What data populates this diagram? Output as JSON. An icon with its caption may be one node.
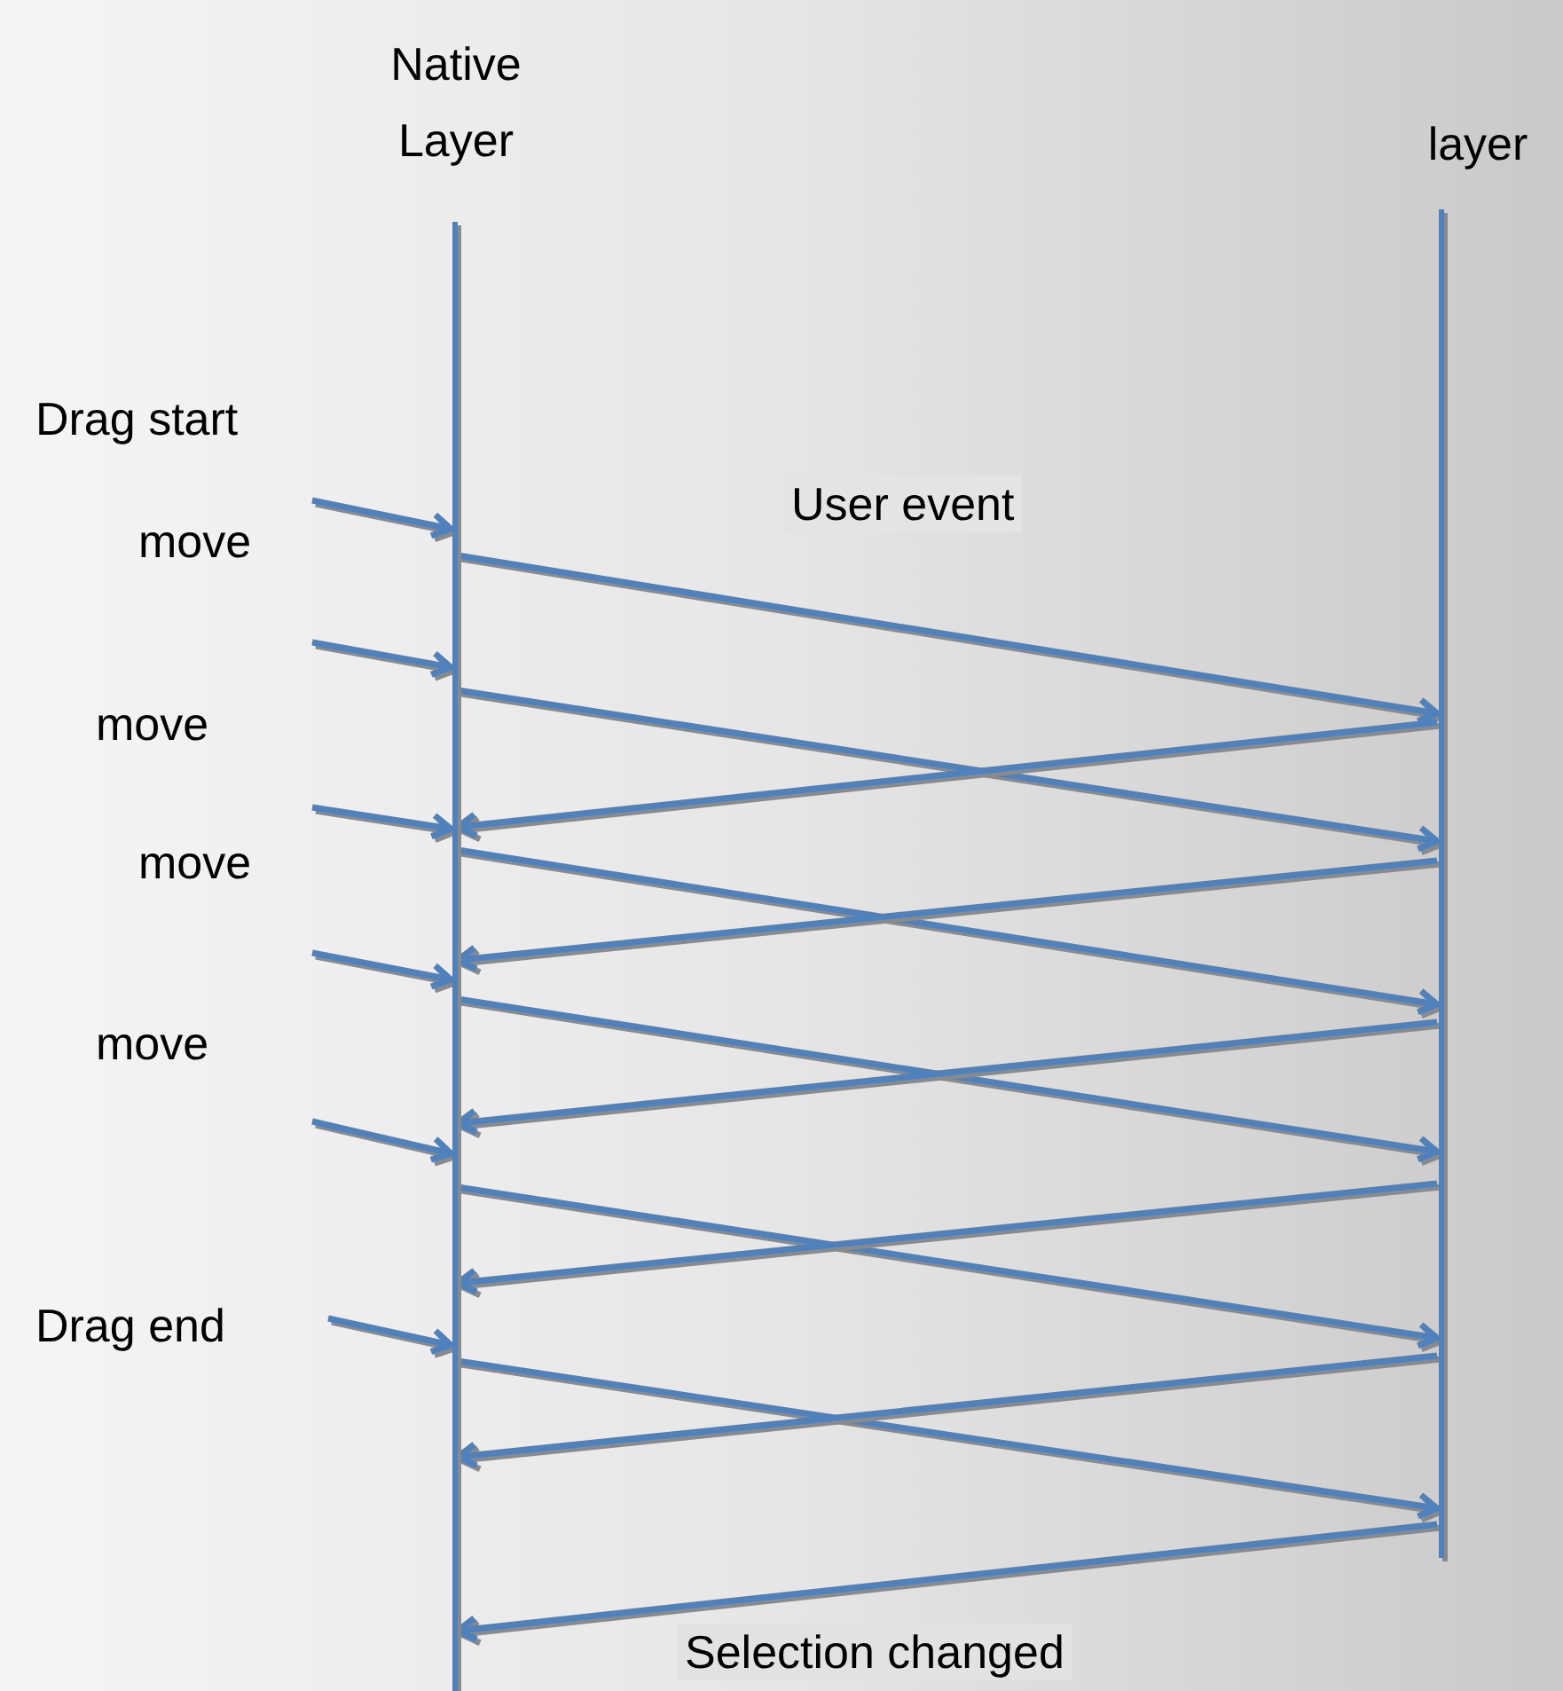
{
  "diagram": {
    "nodes": [
      {
        "text": [
          "Native Layer"
        ]
      },
      {
        "text": [
          "layer"
        ]
      }
    ],
    "edges": [
      {
        "from": null,
        "to": 0,
        "arrow": "to"
      },
      {
        "from": 0,
        "to": 1,
        "arrow": "to",
        "label": "User event"
      },
      {
        "from": null,
        "to": 0,
        "arrow": "to"
      },
      {
        "from": 0,
        "to": 1,
        "arrow": "to"
      },
      {
        "from": 1,
        "to": 0,
        "arrow": "to"
      },
      {
        "from": null,
        "to": 0,
        "arrow": "to"
      },
      {
        "from": 0,
        "to": 1,
        "arrow": "to"
      },
      {
        "from": 1,
        "to": 0,
        "arrow": "to"
      },
      {
        "from": null,
        "to": 0,
        "arrow": "to"
      },
      {
        "from": 0,
        "to": 1,
        "arrow": "to"
      },
      {
        "from": 1,
        "to": 0,
        "arrow": "to"
      },
      {
        "from": null,
        "to": 0,
        "arrow": "to"
      },
      {
        "from": 0,
        "to": 1,
        "arrow": "to"
      },
      {
        "from": 1,
        "to": 0,
        "arrow": "to"
      },
      {
        "from": null,
        "to": 0,
        "arrow": "to"
      },
      {
        "from": 0,
        "to": 1,
        "arrow": "to"
      },
      {
        "from": 1,
        "to": 0,
        "arrow": "to"
      },
      {
        "from": 1,
        "to": 0,
        "arrow": "to",
        "label": "Selection changed"
      }
    ],
    "labels": [
      "Drag start",
      "move",
      "move",
      "move",
      "move",
      "Drag end"
    ]
  }
}
